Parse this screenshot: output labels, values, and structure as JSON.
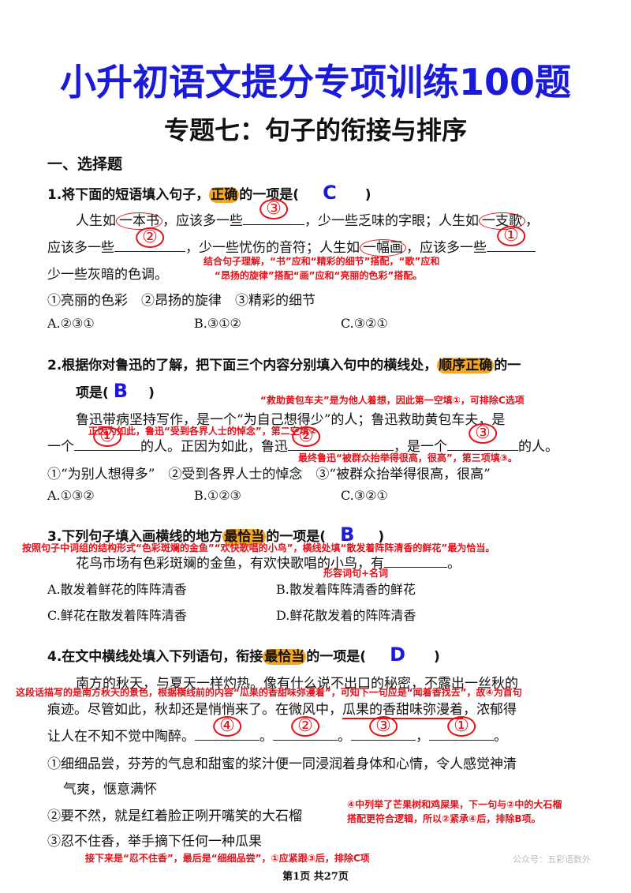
{
  "title": "小升初语文提分专项训练100题",
  "subtitle": "专题七：句子的衔接与排序",
  "section": "一、选择题",
  "q1": {
    "stem_a": "1.将下面的短语填入句子，",
    "stem_hl": "正确",
    "stem_b": "的一项是(",
    "stem_c": ")",
    "answer": "C",
    "l1_a": "人生如",
    "l1_c1": "一本书",
    "l1_b": "，应该多一些",
    "l1_blank1": "③",
    "l1_c": "，少一些乏味的字眼；人生如",
    "l1_c2": "一支歌",
    "l1_d": "，",
    "l2_a": "应该多一些",
    "l2_blank": "②",
    "l2_b": "，少一些忧伤的音符；人生如",
    "l2_c3": "一幅画",
    "l2_c": "，应该多一些",
    "l2_blank2": "①",
    "l3": "少一些灰暗的色调。",
    "note1": "结合句子理解，“书”应和“精彩的细节”搭配，“歌”应和",
    "note2": "“昂扬的旋律”搭配“画”应和“亮丽的色彩”搭配。",
    "items": "①亮丽的色彩　②昂扬的旋律　③精彩的细节",
    "optA": "A.②③①",
    "optB": "B.③①②",
    "optC": "C.③②①"
  },
  "q2": {
    "stem_a": "2.根据你对鲁迅的了解，把下面三个内容分别填入句中的横线处，",
    "stem_hl": "顺序正确",
    "stem_b": "的一",
    "stem_c": "项是(",
    "stem_d": ")",
    "answer": "B",
    "note1": "“救助黄包车夫”是为他人着想，因此第一空填①，可排除C选项",
    "l1": "鲁迅带病坚持写作，是一个“为自己想得少”的人；鲁迅救助黄包车夫，是",
    "note2": "正因为如此，鲁迅“受到各界人士的悼念”，第二空填②",
    "l2_a": "一个",
    "l2_b1": "①",
    "l2_b": "的人。正因为如此，鲁迅",
    "l2_b2": "②",
    "l2_c": "，是一个",
    "l2_b3": "③",
    "l2_d": "的人。",
    "note3": "最终鲁迅“被群众抬举得很高，很高”，第三项填③。",
    "items": "①“为别人想得多”　②受到各界人士的悼念　③“被群众抬举得很高，很高”",
    "optA": "A.①③②",
    "optB": "B.①②③",
    "optC": "C.③②①"
  },
  "q3": {
    "stem_a": "3.下列句子填入画横线的地方",
    "stem_hl": "最恰当",
    "stem_b": "的一项是(",
    "stem_c": ")",
    "answer": "B",
    "note1": "按照句子中词组的结构形式“色彩斑斓的金鱼”“欢快歌唱的小鸟”，横线处填“散发着阵阵清香的鲜花”最为恰当。",
    "l1": "花鸟市场有色彩斑斓的金鱼，有欢快歌唱的小鸟，有",
    "l1_end": "。",
    "note2": "形容词句+名词",
    "optA": "A.散发着鲜花的阵阵清香",
    "optB": "B.散发着阵阵清香的鲜花",
    "optC": "C.鲜花在散发着阵阵清香",
    "optD": "D.鲜花散发着的阵阵清香"
  },
  "q4": {
    "stem_a": "4.在文中横线处填入下列语句，衔接",
    "stem_hl": "最恰当",
    "stem_b": "的一项是(",
    "stem_c": ")",
    "answer": "D",
    "l1": "南方的秋天，与夏天一样灼热。像有什么说不出口的秘密，不露出一丝秋的",
    "note1": "这段话描写的是南方秋天的景色，根据横线前的内容“瓜果的香甜味弥漫着”，可知下一句应是“闻着香找去”，故④为首句",
    "l2_a": "痕迹。尽管如此，秋却还是悄悄来了。在微风中，",
    "l2_u": "瓜果的香甜味弥漫着",
    "l2_b": "，浓郁得",
    "l3": "让人在不知不觉中陶醉。",
    "b1": "④",
    "b2": "②",
    "b3": "③",
    "b4": "①",
    "item1a": "①细细品尝，芬芳的气息和甜蜜的浆汁便一同浸润着身体和心情，令人感觉神清",
    "item1b": "气爽，惬意满怀",
    "item2": "②要不然，就是红着脸正咧开嘴笑的大石榴",
    "note2": "④中列举了芒果树和鸡屎果，下一句与②中的大石榴",
    "note3": "搭配更符合逻辑，所以②紧承④后，排除B项。",
    "item3": "③忍不住香，举手摘下任何一种瓜果",
    "note4": "接下来是“忍不住香”，最后是“细细品尝”，①应紧跟③后，排除C项"
  },
  "watermark": "公众号：五彩语数外",
  "footer": "第1页 共27页"
}
